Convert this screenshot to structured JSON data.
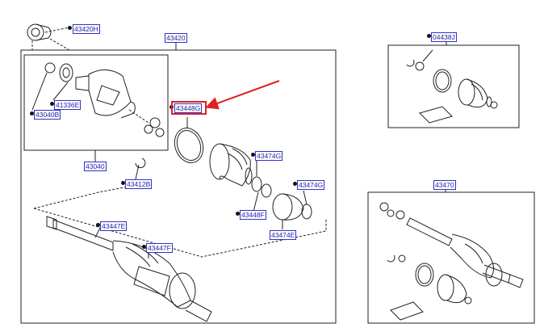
{
  "labels": {
    "p43420H": "43420H",
    "p43420": "43420",
    "p41336E": "41336E",
    "p43040B": "43040B",
    "p43040": "43040",
    "p43412B": "43412B",
    "p43448G": "43448G",
    "p43474G_a": "43474G",
    "p43474G_b": "43474G",
    "p43448F": "43448F",
    "p43474E": "43474E",
    "p43447E": "43447E",
    "p43447F": "43447F",
    "p04438J": "04438J",
    "p43470": "43470"
  },
  "colors": {
    "label_text": "#1e1ea0",
    "label_border": "#3030c8",
    "highlight": "#e02020",
    "line": "#222222"
  }
}
